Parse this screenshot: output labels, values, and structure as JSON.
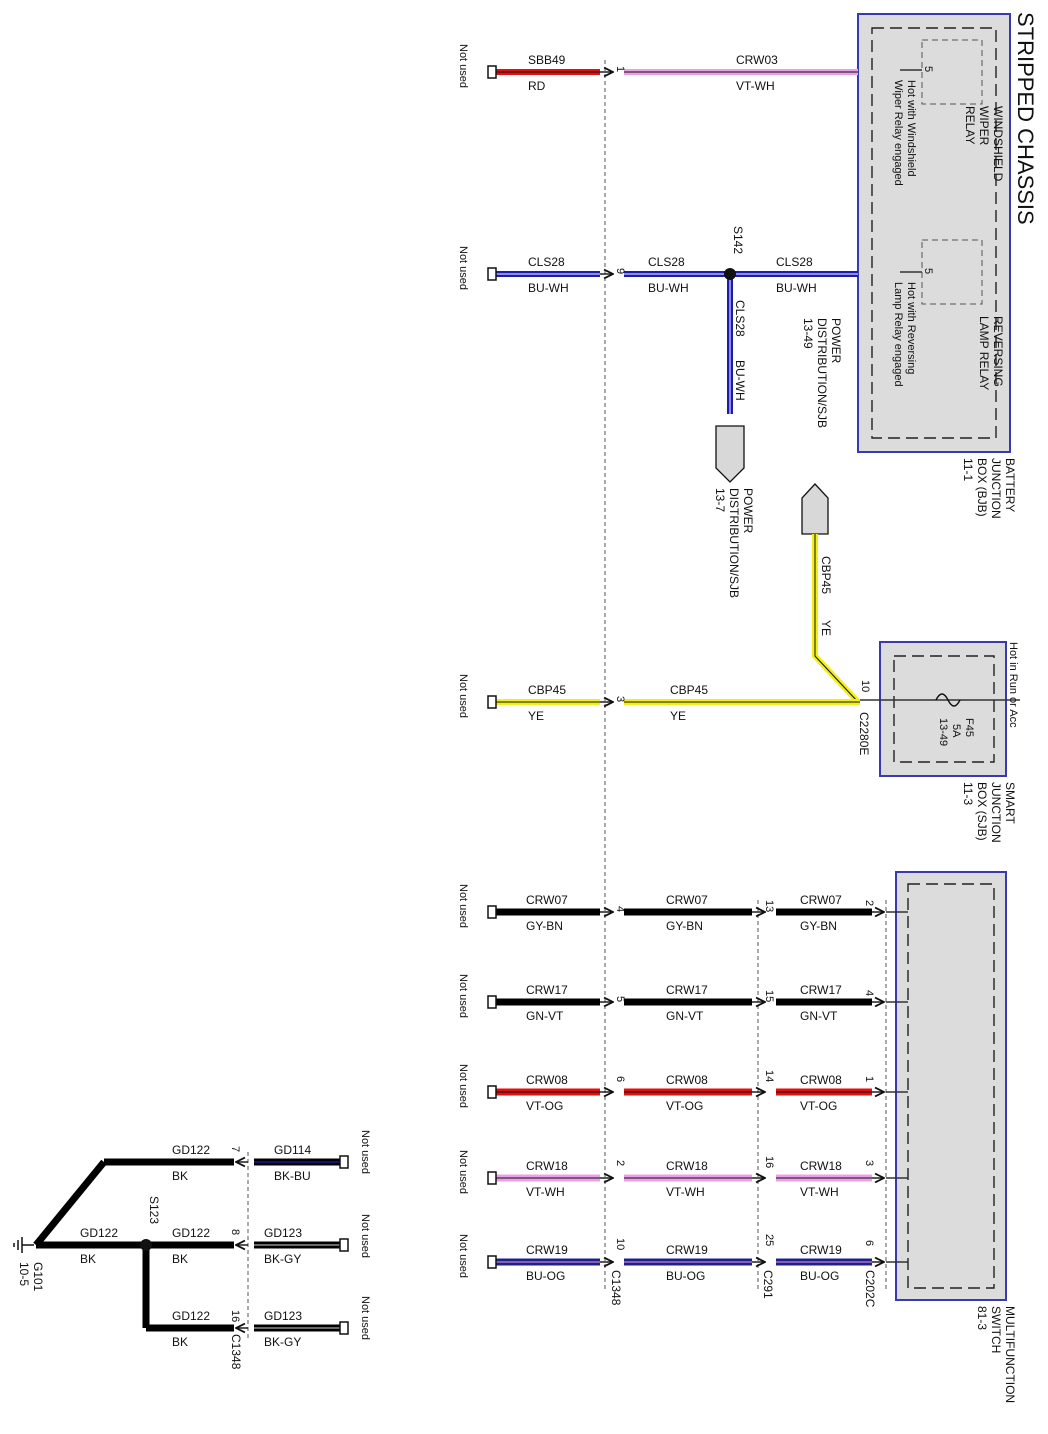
{
  "title": "STRIPPED CHASSIS",
  "colors": {
    "red": "#e01010",
    "violet_white": "#e9a0e6",
    "blue": "#1c1cb0",
    "yellow": "#f2ee1a",
    "black": "#000000",
    "dark_blue": "#20208a",
    "box_fill": "#dcdcdc",
    "box_border": "#3a3ab0",
    "connector_fill": "#d8d8d8"
  },
  "not_used": "Not used",
  "modules": {
    "bjb": {
      "name_lines": [
        "BATTERY",
        "JUNCTION",
        "BOX (BJB)",
        "11-1"
      ]
    },
    "wiper_relay": {
      "lines": [
        "WINDSHIELD",
        "WIPER",
        "RELAY"
      ],
      "pin": "5",
      "hot_lines": [
        "Hot with Windshield",
        "Wiper Relay engaged"
      ]
    },
    "reversing_relay": {
      "lines": [
        "REVERSING",
        "LAMP RELAY"
      ],
      "pin": "5",
      "hot_lines": [
        "Hot with Reversing",
        "Lamp Relay engaged"
      ]
    },
    "sjb": {
      "name_lines": [
        "SMART",
        "JUNCTION",
        "BOX (SJB)",
        "11-3"
      ],
      "hot": "Hot in Run or Acc",
      "fuse_lines": [
        "F45",
        "5A",
        "13-49"
      ]
    },
    "mfs": {
      "name_lines": [
        "MULTIFUNCTION",
        "SWITCH",
        "81-3"
      ]
    }
  },
  "power_dist": {
    "lower": {
      "lines": [
        "POWER",
        "DISTRIBUTION/SJB",
        "13-7"
      ]
    },
    "upper": {
      "lines": [
        "POWER",
        "DISTRIBUTION/SJB",
        "13-49"
      ]
    }
  },
  "splices": {
    "s142": "S142",
    "s123": "S123"
  },
  "connectors": {
    "c1348": "C1348",
    "c291": "C291",
    "c202c": "C202C",
    "c2280e": "C2280E"
  },
  "ground": {
    "name": "G101",
    "ref": "10-5"
  },
  "wire_rows": {
    "r1": {
      "left": [
        "SBB49",
        "RD"
      ],
      "pin_c1348": "1",
      "mid": [
        "CRW03",
        "VT-WH"
      ]
    },
    "r2": {
      "left": [
        "CLS28",
        "BU-WH"
      ],
      "pin_c1348": "9",
      "mid": [
        "CLS28",
        "BU-WH"
      ],
      "right": [
        "CLS28",
        "BU-WH"
      ],
      "branch": [
        "CLS28",
        "BU-WH"
      ]
    },
    "r3": {
      "left": [
        "CBP45",
        "YE"
      ],
      "pin_c1348": "3",
      "mid": [
        "CBP45",
        "YE"
      ],
      "pin_sjb": "10",
      "up": [
        "CBP45",
        "YE"
      ]
    },
    "r4": {
      "left": [
        "CRW07",
        "GY-BN"
      ],
      "pin_c1348": "4",
      "mid": [
        "CRW07",
        "GY-BN"
      ],
      "pin_c291": "13",
      "right": [
        "CRW07",
        "GY-BN"
      ],
      "pin_c202c": "2"
    },
    "r5": {
      "left": [
        "CRW17",
        "GN-VT"
      ],
      "pin_c1348": "5",
      "mid": [
        "CRW17",
        "GN-VT"
      ],
      "pin_c291": "15",
      "right": [
        "CRW17",
        "GN-VT"
      ],
      "pin_c202c": "4"
    },
    "r6": {
      "left": [
        "CRW08",
        "VT-OG"
      ],
      "pin_c1348": "6",
      "mid": [
        "CRW08",
        "VT-OG"
      ],
      "pin_c291": "14",
      "right": [
        "CRW08",
        "VT-OG"
      ],
      "pin_c202c": "1"
    },
    "r7": {
      "left": [
        "CRW18",
        "VT-WH"
      ],
      "pin_c1348": "2",
      "mid": [
        "CRW18",
        "VT-WH"
      ],
      "pin_c291": "16",
      "right": [
        "CRW18",
        "VT-WH"
      ],
      "pin_c202c": "3"
    },
    "r8": {
      "left": [
        "CRW19",
        "BU-OG"
      ],
      "pin_c1348": "10",
      "mid": [
        "CRW19",
        "BU-OG"
      ],
      "pin_c291": "25",
      "right": [
        "CRW19",
        "BU-OG"
      ],
      "pin_c202c": "6"
    }
  },
  "ground_rows": {
    "g1": {
      "near": [
        "GD114",
        "BK-BU"
      ],
      "pin": "7",
      "far": [
        "GD122",
        "BK"
      ]
    },
    "g2": {
      "near": [
        "GD123",
        "BK-GY"
      ],
      "pin": "8",
      "far": [
        "GD122",
        "BK"
      ],
      "trunk": [
        "GD122",
        "BK"
      ]
    },
    "g3": {
      "near": [
        "GD123",
        "BK-GY"
      ],
      "pin": "16",
      "far": [
        "GD122",
        "BK"
      ]
    }
  }
}
